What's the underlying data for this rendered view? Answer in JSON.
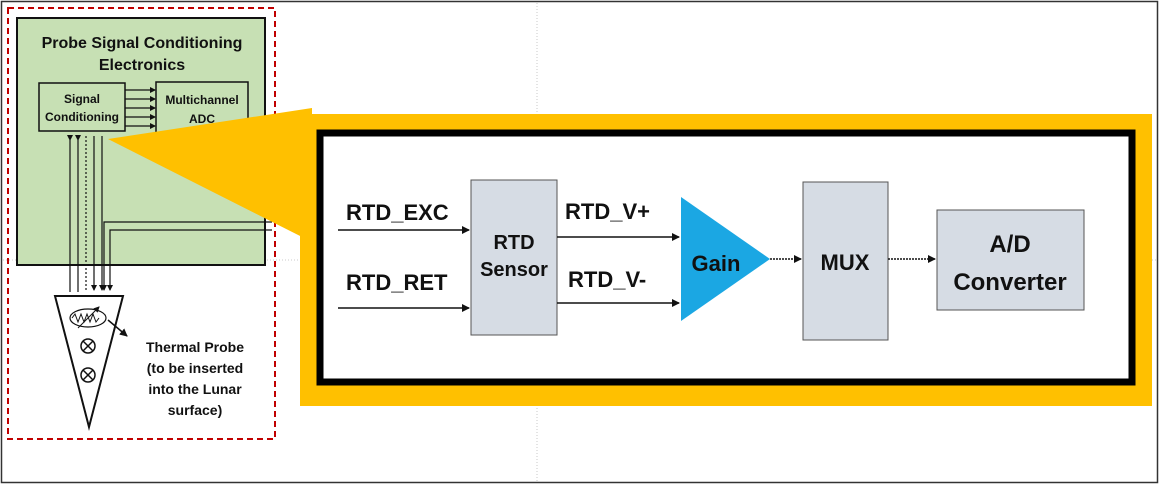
{
  "conditioning_box": {
    "title_line1": "Probe Signal Conditioning",
    "title_line2": "Electronics",
    "signal_conditioning_line1": "Signal",
    "signal_conditioning_line2": "Conditioning",
    "adc_line1": "Multichannel",
    "adc_line2": "ADC"
  },
  "probe": {
    "label_line1": "Thermal Probe",
    "label_line2": "(to be inserted",
    "label_line3": "into the Lunar",
    "label_line4": "surface)"
  },
  "detail": {
    "input_exc": "RTD_EXC",
    "input_ret": "RTD_RET",
    "sensor_line1": "RTD",
    "sensor_line2": "Sensor",
    "out_pos": "RTD_V+",
    "out_neg": "RTD_V-",
    "gain": "Gain",
    "mux": "MUX",
    "adc_line1": "A/D",
    "adc_line2": "Converter"
  },
  "colors": {
    "green_fill": "#c7e0b4",
    "gold": "#ffc000",
    "gain_blue": "#1ba7e3",
    "block_gray": "#d6dce4",
    "dashed_red": "#c00000"
  }
}
